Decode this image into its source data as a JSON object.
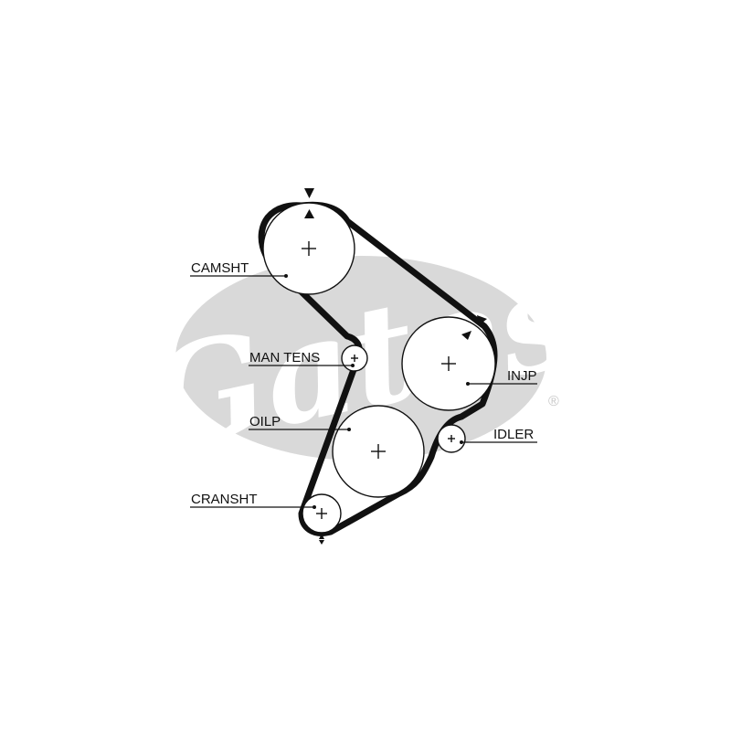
{
  "brand": {
    "logo_text": "Gates",
    "registered_mark": "®",
    "logo_color": "#d9d9d9"
  },
  "labels": {
    "camshaft": "CAMSHT",
    "man_tens": "MAN TENS",
    "injection_pump": "INJP",
    "oil_pump": "OILP",
    "idler": "IDLER",
    "crankshaft": "CRANSHT"
  },
  "colors": {
    "line": "#111111",
    "background": "#ffffff"
  }
}
